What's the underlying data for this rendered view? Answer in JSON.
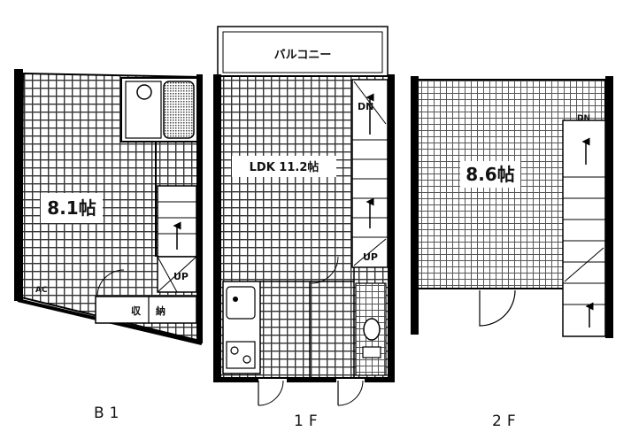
{
  "floors": [
    {
      "caption": "B1",
      "rooms": [
        {
          "label": "8.1帖"
        },
        {
          "label": "AC"
        },
        {
          "label": "収"
        },
        {
          "label": "納"
        }
      ],
      "stair_label": "UP"
    },
    {
      "caption": "1F",
      "balcony": "バルコニー",
      "rooms": [
        {
          "label": "LDK 11.2帖"
        }
      ],
      "stair_labels": [
        "DN",
        "UP"
      ]
    },
    {
      "caption": "2F",
      "rooms": [
        {
          "label": "8.6帖"
        }
      ],
      "stair_label": "DN"
    }
  ]
}
